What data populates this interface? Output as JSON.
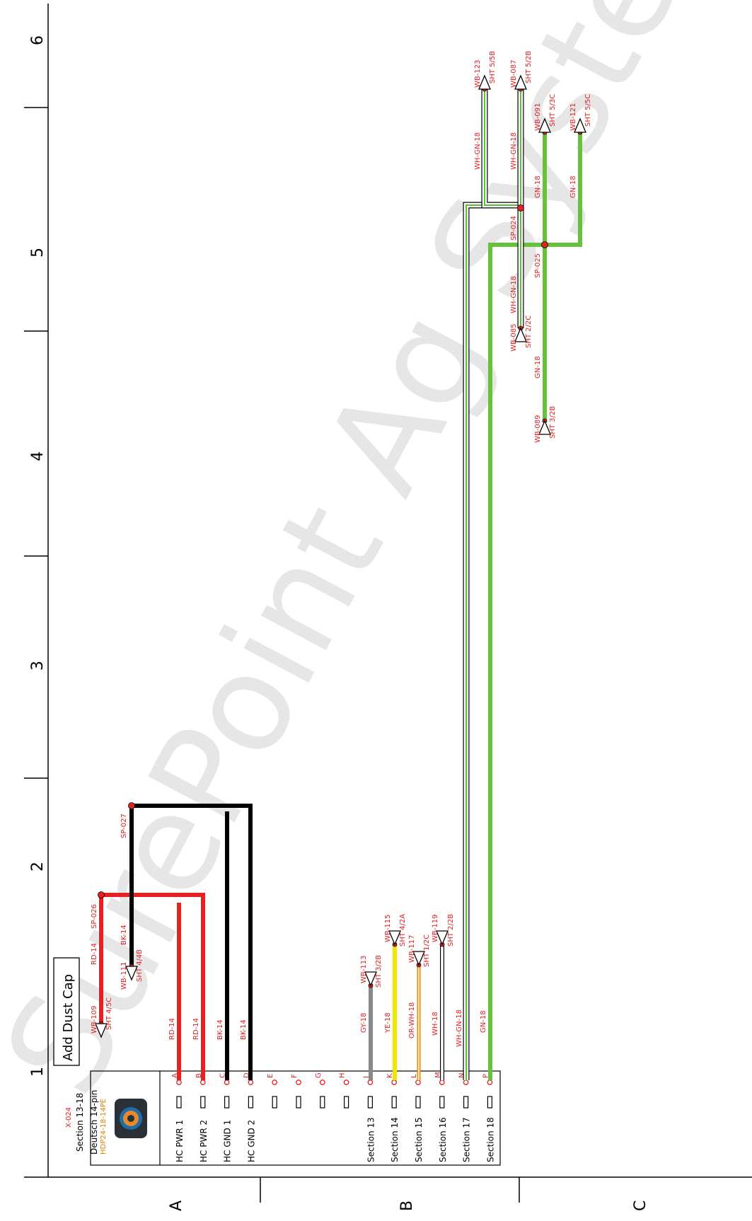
{
  "watermark": "SurePoint Ag Systems",
  "ruler": {
    "columns": [
      "1",
      "2",
      "3",
      "4",
      "5",
      "6"
    ],
    "rows": [
      "A",
      "B",
      "C"
    ]
  },
  "connector": {
    "id": "X-024",
    "name": "Section 13-18",
    "type": "Deutsch 14-pin",
    "part_number": "HDP24-18-14PE",
    "pins": [
      {
        "pin": "A",
        "label": "HC PWR 1",
        "wire": "RD-14",
        "color": "#e52222"
      },
      {
        "pin": "B",
        "label": "HC PWR 2",
        "wire": "RD-14",
        "color": "#e52222"
      },
      {
        "pin": "C",
        "label": "HC GND 1",
        "wire": "BK-14",
        "color": "#000000"
      },
      {
        "pin": "D",
        "label": "HC GND 2",
        "wire": "BK-14",
        "color": "#000000"
      },
      {
        "pin": "E",
        "label": "",
        "wire": "",
        "color": ""
      },
      {
        "pin": "F",
        "label": "",
        "wire": "",
        "color": ""
      },
      {
        "pin": "G",
        "label": "",
        "wire": "",
        "color": ""
      },
      {
        "pin": "H",
        "label": "",
        "wire": "",
        "color": ""
      },
      {
        "pin": "J",
        "label": "Section 13",
        "wire": "GY-18",
        "color": "#8a8a8a"
      },
      {
        "pin": "K",
        "label": "Section 14",
        "wire": "YE-18",
        "color": "#f2e600"
      },
      {
        "pin": "L",
        "label": "Section 15",
        "wire": "OR-WH-18",
        "color": "#f08a00"
      },
      {
        "pin": "M",
        "label": "Section 16",
        "wire": "WH-18",
        "color": "#ffffff"
      },
      {
        "pin": "N",
        "label": "Section 17",
        "wire": "WH-GN-18",
        "color": "#5cbf3c"
      },
      {
        "pin": "P",
        "label": "Section 18",
        "wire": "GN-18",
        "color": "#66c23a"
      }
    ]
  },
  "note": "Add Dust Cap",
  "splices": [
    "SP-026",
    "SP-027",
    "SP-024",
    "SP-025"
  ],
  "refs": {
    "wb109": {
      "id": "WB-109",
      "sht": "SHT 4/5C"
    },
    "wb111": {
      "id": "WB-111",
      "sht": "SHT 4/4B"
    },
    "wb113": {
      "id": "WB-113",
      "sht": "SHT 3/2B"
    },
    "wb115": {
      "id": "WB-115",
      "sht": "SHT 4/2A"
    },
    "wb117": {
      "id": "WB-117",
      "sht": "SHT 1/2C"
    },
    "wb119": {
      "id": "WB-119",
      "sht": "SHT 2/2B"
    },
    "wb123": {
      "id": "WB-123",
      "sht": "SHT 5/5B"
    },
    "wb087": {
      "id": "WB-087",
      "sht": "SHT 5/2B"
    },
    "wb091": {
      "id": "WB-091",
      "sht": "SHT 5/3C"
    },
    "wb121": {
      "id": "WB-121",
      "sht": "SHT 5/5C"
    },
    "wb085": {
      "id": "WB-085",
      "sht": "SHT 2/2C"
    },
    "wb089": {
      "id": "WB-089",
      "sht": "SHT 3/2B"
    }
  },
  "wire_labels": {
    "rd14": "RD-14",
    "bk14": "BK-14",
    "whgn18": "WH-GN-18",
    "gn18": "GN-18"
  },
  "colors": {
    "red": "#e52222",
    "black": "#000000",
    "green": "#66c23a",
    "gray": "#8a8a8a",
    "yellow": "#f2e600",
    "orange": "#f08a00"
  }
}
